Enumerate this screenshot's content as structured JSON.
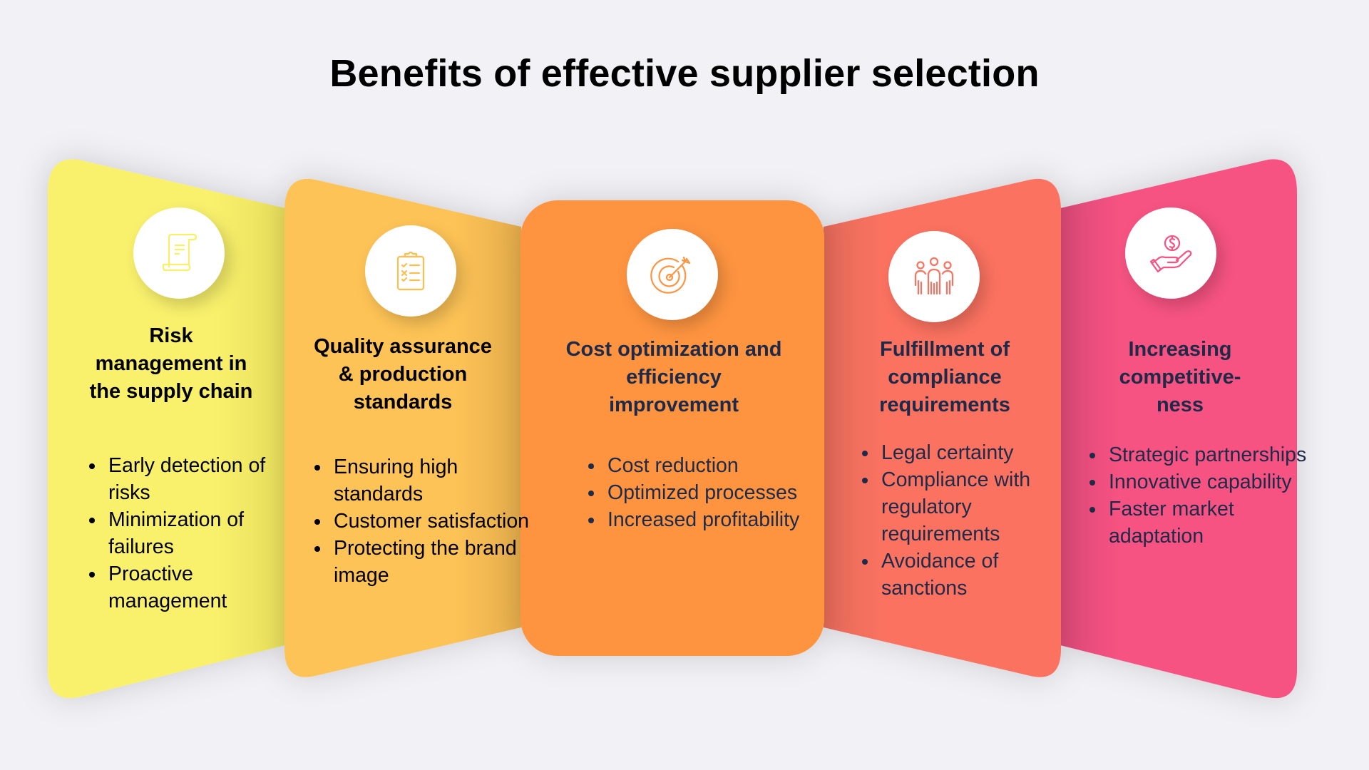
{
  "title": "Benefits of effective supplier selection",
  "colors": {
    "background": "#f2f1f6",
    "panel_1": "#f9f16c",
    "panel_2": "#fdc356",
    "panel_3": "#fe9440",
    "panel_4": "#fb7260",
    "panel_5": "#f65282",
    "text_dark": "#000000",
    "text_navy": "#1f2a48"
  },
  "panels": [
    {
      "icon": "scroll-document-icon",
      "heading": [
        "Risk",
        "management in",
        "the supply chain"
      ],
      "bullets": [
        "Early detection of risks",
        "Minimization of failures",
        "Proactive management"
      ]
    },
    {
      "icon": "clipboard-checklist-icon",
      "heading": [
        "Quality assurance",
        "& production",
        "standards"
      ],
      "bullets": [
        "Ensuring high standards",
        "Customer satisfaction",
        "Protecting the brand image"
      ]
    },
    {
      "icon": "target-arrow-icon",
      "heading": [
        "Cost optimization and",
        "efficiency",
        "improvement"
      ],
      "bullets": [
        "Cost reduction",
        "Optimized processes",
        "Increased profitability"
      ]
    },
    {
      "icon": "people-group-icon",
      "heading": [
        "Fulfillment of",
        "compliance",
        "requirements"
      ],
      "bullets": [
        "Legal certainty",
        "Compliance with regulatory requirements",
        "Avoidance of sanctions"
      ]
    },
    {
      "icon": "hand-coin-dollar-icon",
      "heading": [
        "Increasing",
        "competitive-",
        "ness"
      ],
      "bullets": [
        "Strategic partnerships",
        "Innovative capability",
        "Faster market adaptation"
      ]
    }
  ]
}
